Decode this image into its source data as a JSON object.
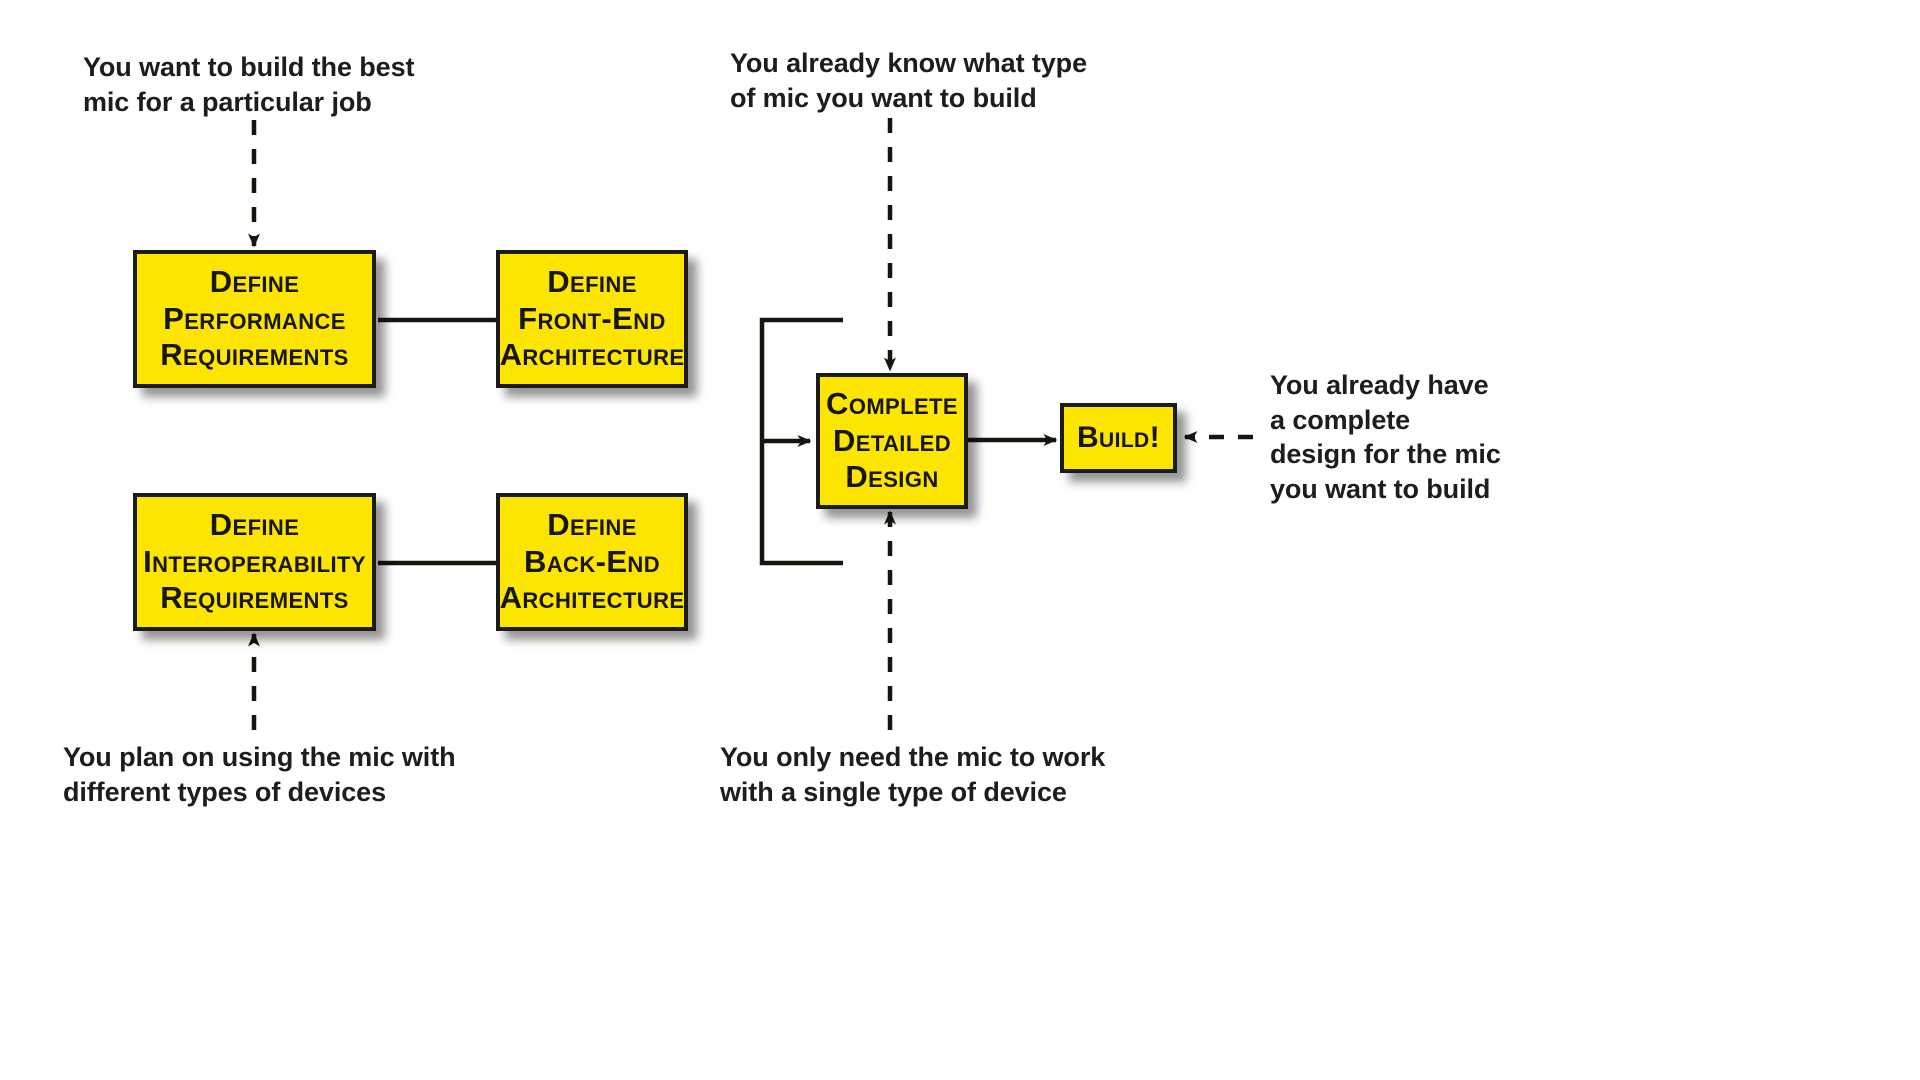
{
  "diagram": {
    "title": "Microphone design decision flowchart",
    "background_color": "#ffffff",
    "node_fill_color": "#FCE500",
    "node_border_color": "#1b1b18",
    "text_color": "#17170f",
    "annotation_color": "#1d1d1b"
  },
  "nodes": {
    "define_performance_requirements": {
      "lines": [
        "Define",
        "Performance",
        "Requirements"
      ]
    },
    "define_front_end_architecture": {
      "lines": [
        "Define",
        "Front-End",
        "Architecture"
      ]
    },
    "define_interoperability_requirements": {
      "lines": [
        "Define",
        "Interoperability",
        "Requirements"
      ]
    },
    "define_back_end_architecture": {
      "lines": [
        "Define",
        "Back-End",
        "Architecture"
      ]
    },
    "complete_detailed_design": {
      "lines": [
        "Complete",
        "Detailed",
        "Design"
      ]
    },
    "build": {
      "lines": [
        "Build!"
      ]
    }
  },
  "annotations": {
    "top_left": {
      "lines": [
        "You want to build the best",
        "mic for a particular job"
      ],
      "target": "define_performance_requirements"
    },
    "top_center": {
      "lines": [
        "You already know what type",
        "of mic you want to build"
      ],
      "target": "complete_detailed_design"
    },
    "right": {
      "lines": [
        "You already have",
        "a complete",
        "design for the mic",
        "you want to build"
      ],
      "target": "build"
    },
    "bottom_left": {
      "lines": [
        "You plan on using the mic with",
        "different types of devices"
      ],
      "target": "define_interoperability_requirements"
    },
    "bottom_center": {
      "lines": [
        "You only need the mic to work",
        "with a single type of device"
      ],
      "target": "complete_detailed_design"
    }
  },
  "connections": [
    {
      "from": "define_performance_requirements",
      "to": "define_front_end_architecture",
      "style": "solid"
    },
    {
      "from": "define_interoperability_requirements",
      "to": "define_back_end_architecture",
      "style": "solid"
    },
    {
      "from": "define_front_end_architecture",
      "to": "complete_detailed_design",
      "style": "solid"
    },
    {
      "from": "define_back_end_architecture",
      "to": "complete_detailed_design",
      "style": "solid"
    },
    {
      "from": "complete_detailed_design",
      "to": "build",
      "style": "solid"
    },
    {
      "from": "top_left",
      "to": "define_performance_requirements",
      "style": "dashed"
    },
    {
      "from": "top_center",
      "to": "complete_detailed_design",
      "style": "dashed"
    },
    {
      "from": "bottom_left",
      "to": "define_interoperability_requirements",
      "style": "dashed"
    },
    {
      "from": "bottom_center",
      "to": "complete_detailed_design",
      "style": "dashed"
    },
    {
      "from": "right",
      "to": "build",
      "style": "dashed"
    }
  ]
}
